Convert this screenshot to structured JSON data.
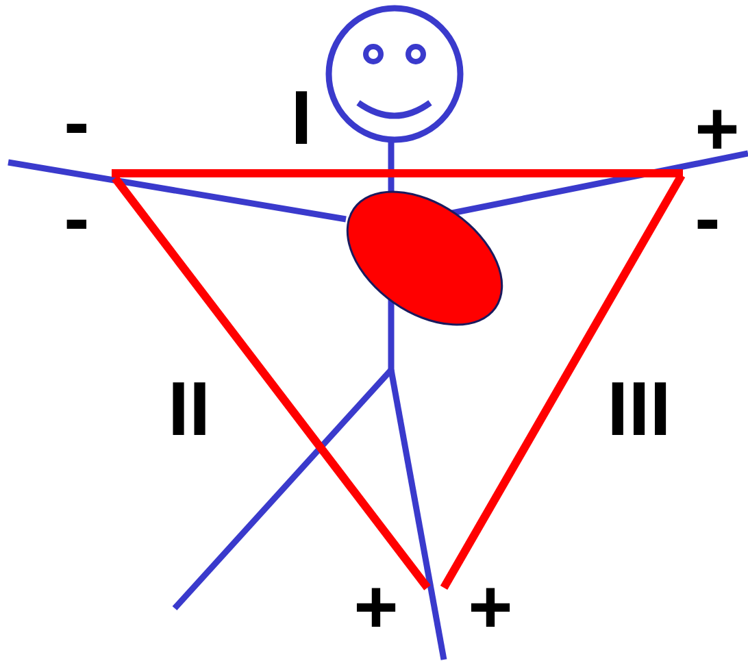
{
  "diagram": {
    "labels": [
      "-",
      "I",
      "+",
      "-",
      "-",
      "II",
      "III",
      "+",
      "+"
    ]
  }
}
